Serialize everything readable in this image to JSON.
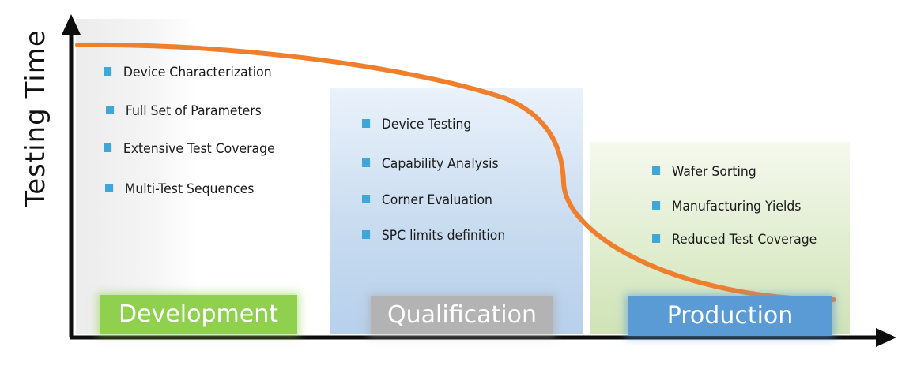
{
  "y_axis_label": "Testing Time",
  "phases": {
    "development": {
      "label": "Development",
      "color": "#8fd14f",
      "items": [
        "Device Characterization",
        "Full Set of Parameters",
        "Extensive Test Coverage",
        "Multi-Test Sequences"
      ]
    },
    "qualification": {
      "label": "Qualification",
      "color": "#b3b3b3",
      "items": [
        "Device Testing",
        "Capability Analysis",
        "Corner Evaluation",
        "SPC limits definition"
      ]
    },
    "production": {
      "label": "Production",
      "color": "#5b9bd5",
      "items": [
        "Wafer Sorting",
        "Manufacturing Yields",
        "Reduced Test Coverage"
      ]
    }
  },
  "curve_color": "#f07f2d",
  "bullet_color": "#3fa6d8"
}
